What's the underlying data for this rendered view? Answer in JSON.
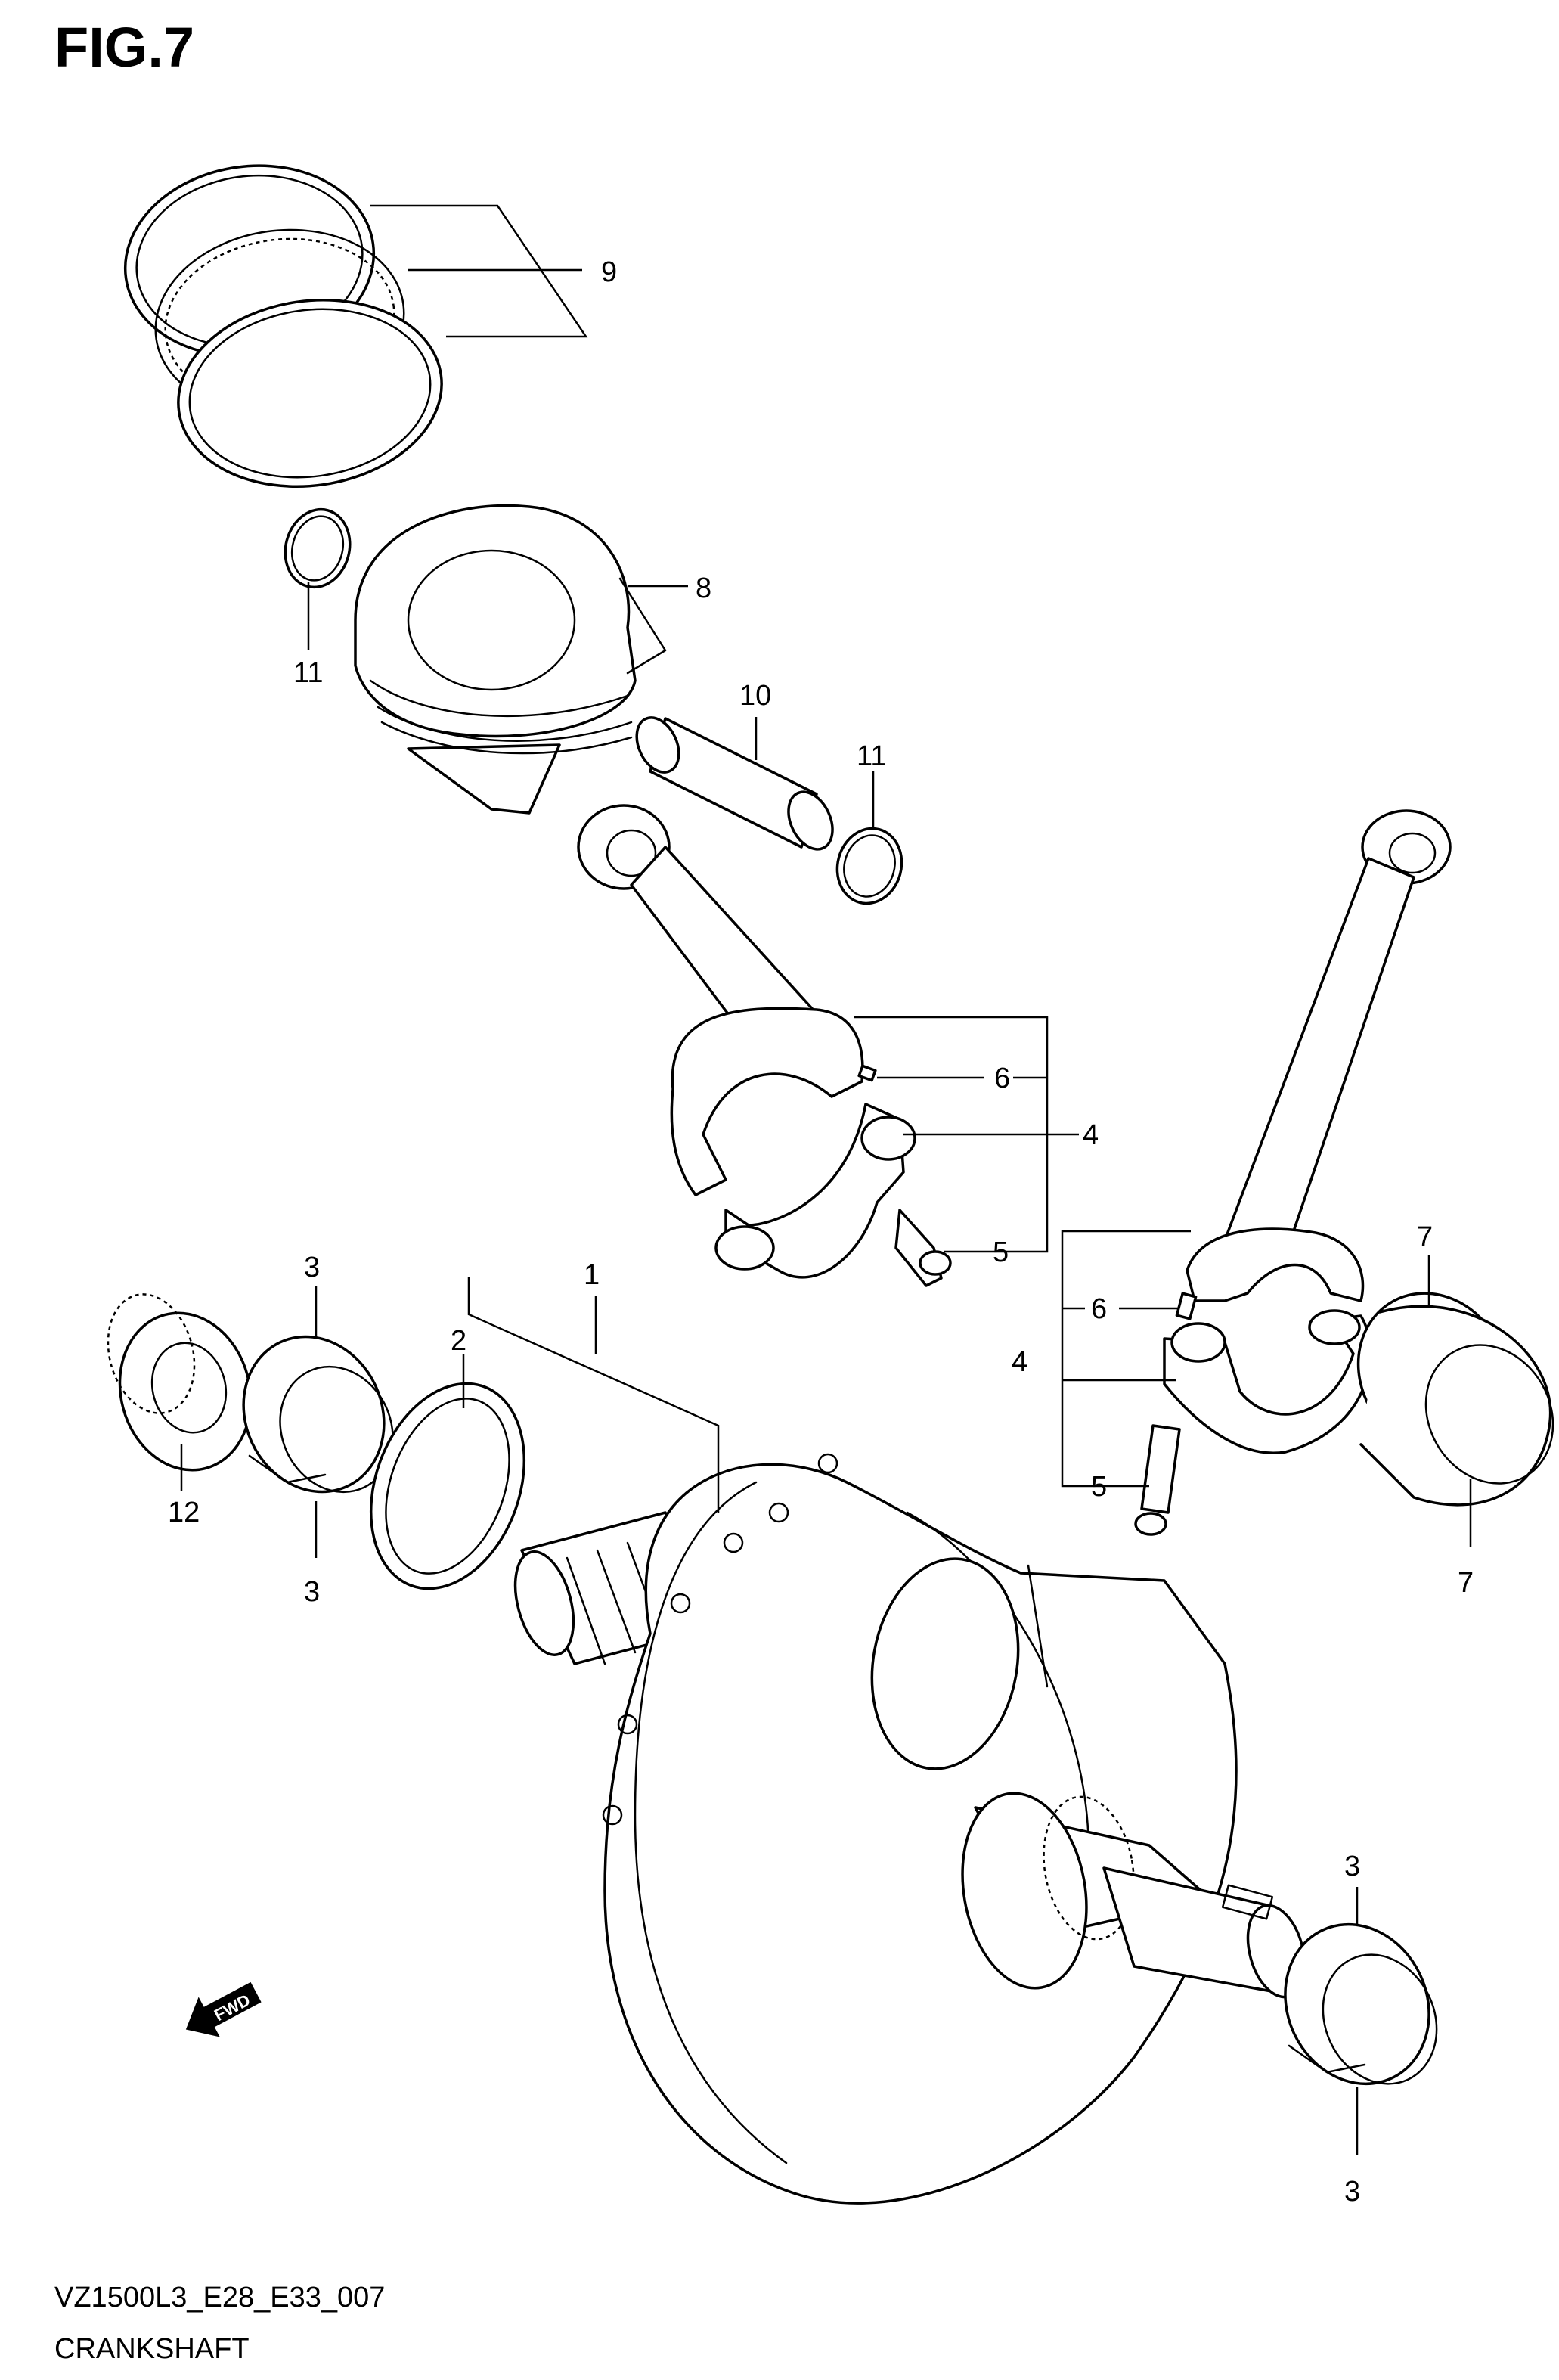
{
  "figure": {
    "title": "FIG.7",
    "model_code": "VZ1500L3_E28_E33_007",
    "section_name": "CRANKSHAFT"
  },
  "callouts": {
    "c1": "1",
    "c2": "2",
    "c3a": "3",
    "c3b": "3",
    "c3c": "3",
    "c3d": "3",
    "c4a": "4",
    "c4b": "4",
    "c5a": "5",
    "c5b": "5",
    "c6a": "6",
    "c6b": "6",
    "c7a": "7",
    "c7b": "7",
    "c8": "8",
    "c9": "9",
    "c10": "10",
    "c11a": "11",
    "c11b": "11",
    "c12": "12"
  },
  "direction_badge": {
    "label": "FWD"
  },
  "colors": {
    "ink": "#000000",
    "paper": "#ffffff"
  }
}
